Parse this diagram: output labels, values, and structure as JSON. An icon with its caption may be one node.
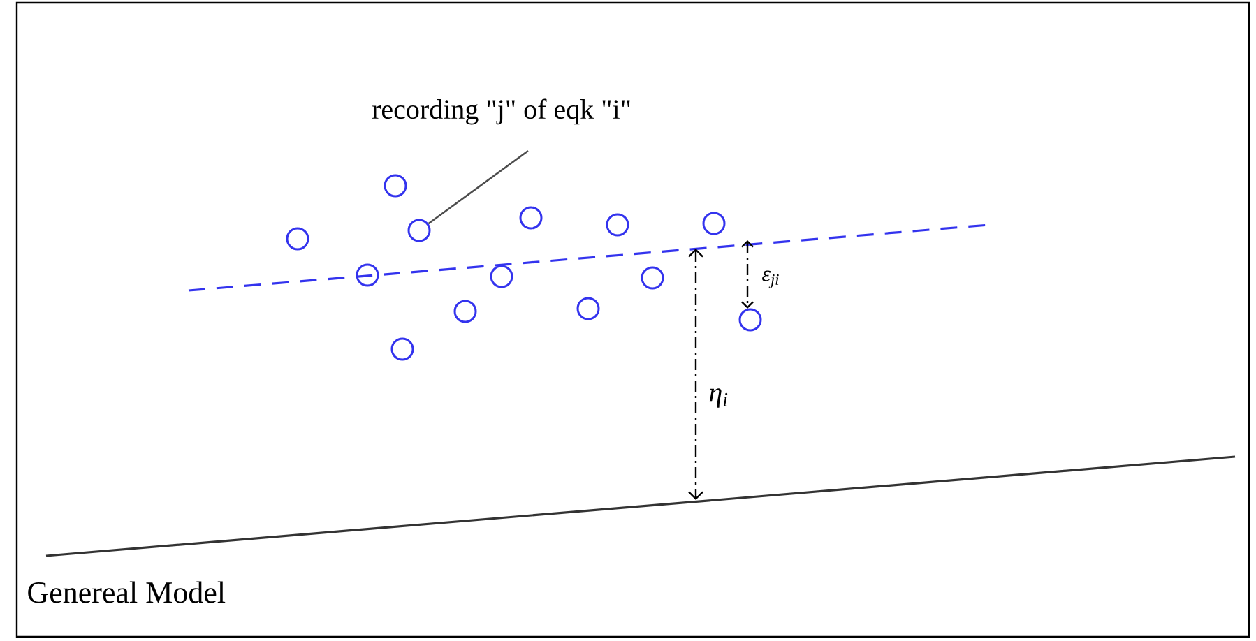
{
  "diagram": {
    "nodes": [
      {
        "text": [
          "recording \"j\" of eqk \"i\""
        ]
      },
      {
        "text": [],
        "shape": "circle"
      },
      {
        "text": [],
        "shape": "circle"
      },
      {
        "text": [],
        "shape": "circle"
      },
      {
        "text": [],
        "shape": "circle"
      },
      {
        "text": [],
        "shape": "circle"
      },
      {
        "text": [],
        "shape": "circle"
      },
      {
        "text": [],
        "shape": "circle"
      },
      {
        "text": [],
        "shape": "circle"
      },
      {
        "text": [],
        "shape": "circle"
      },
      {
        "text": [],
        "shape": "circle"
      },
      {
        "text": [],
        "shape": "circle"
      },
      {
        "text": [],
        "shape": "circle"
      },
      {
        "text": [],
        "shape": "circle"
      }
    ],
    "edges": [
      {
        "from": 0,
        "to": 5,
        "arrow": "none"
      }
    ],
    "labels": [
      "ε$_{ji}$",
      "η$_{i}$",
      "Genereal Model"
    ]
  }
}
